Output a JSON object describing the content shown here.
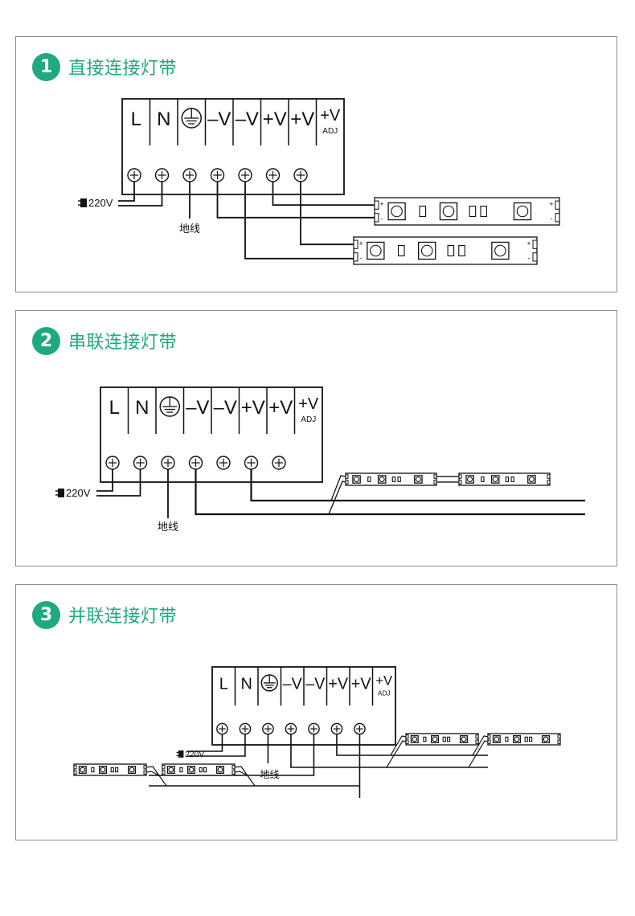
{
  "colors": {
    "accent": "#1fa97f",
    "line": "#111111",
    "border": "#8c8c8c"
  },
  "terminal_labels": [
    "L",
    "N",
    "ground-symbol",
    "-V",
    "-V",
    "+V",
    "+V",
    "+V"
  ],
  "terminal_sub_label": "ADJ",
  "power_label": "220V",
  "ground_wire_label": "地线",
  "strip_polarity": {
    "plus": "+",
    "minus": "-"
  },
  "sections": [
    {
      "number": "1",
      "title": "直接连接灯带"
    },
    {
      "number": "2",
      "title": "串联连接灯带"
    },
    {
      "number": "3",
      "title": "并联连接灯带"
    }
  ]
}
